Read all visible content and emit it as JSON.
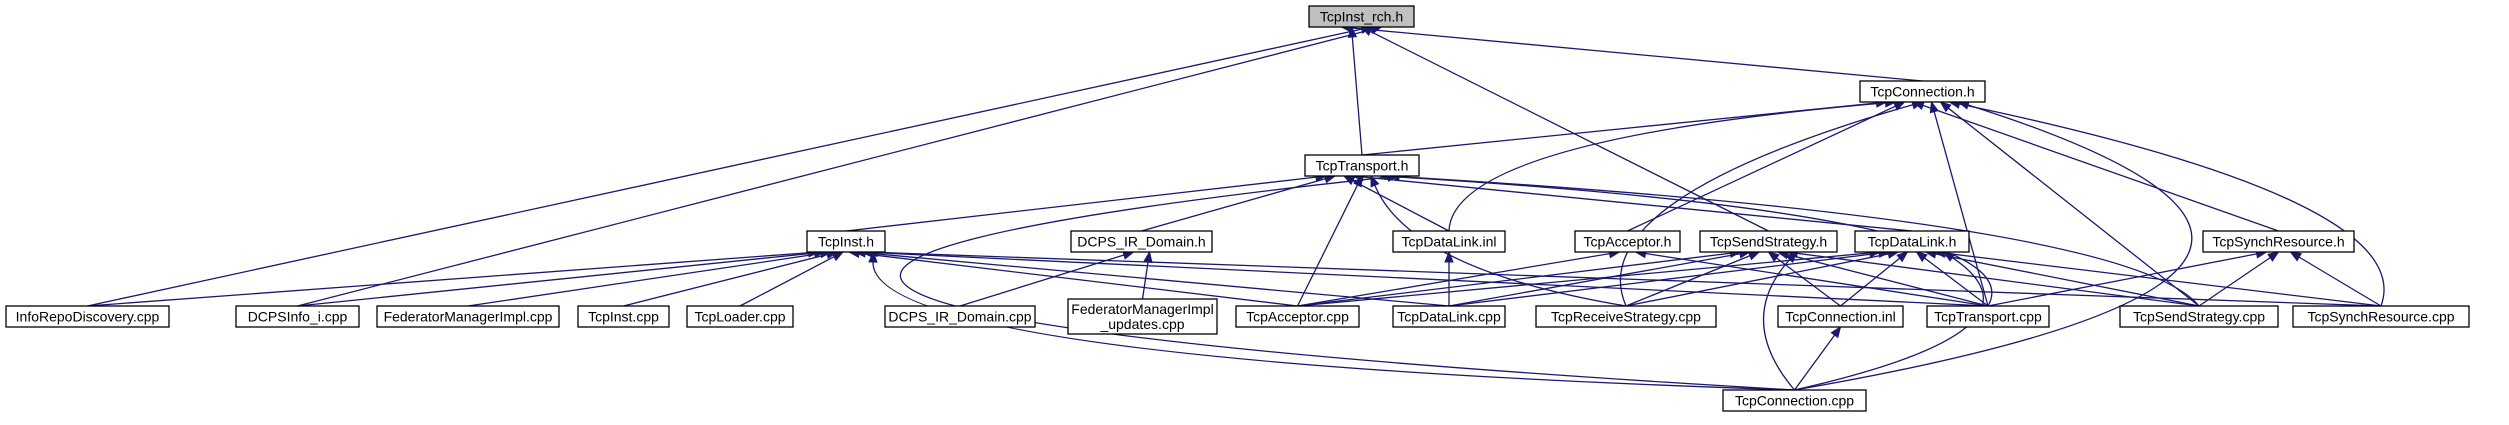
{
  "diagram": {
    "nodes": [
      {
        "id": "tcpinst_rch_h",
        "label": [
          "TcpInst_rch.h"
        ],
        "root": true
      },
      {
        "id": "tcpconnection_h",
        "label": [
          "TcpConnection.h"
        ]
      },
      {
        "id": "tcptransport_h",
        "label": [
          "TcpTransport.h"
        ]
      },
      {
        "id": "tcpinst_h",
        "label": [
          "TcpInst.h"
        ]
      },
      {
        "id": "dcps_ir_domain_h",
        "label": [
          "DCPS_IR_Domain.h"
        ]
      },
      {
        "id": "tcpdatalink_inl",
        "label": [
          "TcpDataLink.inl"
        ]
      },
      {
        "id": "tcpacceptor_h",
        "label": [
          "TcpAcceptor.h"
        ]
      },
      {
        "id": "tcpsendstrategy_h",
        "label": [
          "TcpSendStrategy.h"
        ]
      },
      {
        "id": "tcpdatalink_h",
        "label": [
          "TcpDataLink.h"
        ]
      },
      {
        "id": "tcpsynchresource_h",
        "label": [
          "TcpSynchResource.h"
        ]
      },
      {
        "id": "inforepodiscovery_cpp",
        "label": [
          "InfoRepoDiscovery.cpp"
        ]
      },
      {
        "id": "dcpsinfo_i_cpp",
        "label": [
          "DCPSInfo_i.cpp"
        ]
      },
      {
        "id": "federatormanagerimpl_cpp",
        "label": [
          "FederatorManagerImpl.cpp"
        ]
      },
      {
        "id": "tcpinst_cpp",
        "label": [
          "TcpInst.cpp"
        ]
      },
      {
        "id": "tcploader_cpp",
        "label": [
          "TcpLoader.cpp"
        ]
      },
      {
        "id": "dcps_ir_domain_cpp",
        "label": [
          "DCPS_IR_Domain.cpp"
        ]
      },
      {
        "id": "federatormanagerimpl_updates_cpp",
        "label": [
          "FederatorManagerImpl",
          "_updates.cpp"
        ]
      },
      {
        "id": "tcpacceptor_cpp",
        "label": [
          "TcpAcceptor.cpp"
        ]
      },
      {
        "id": "tcpdatalink_cpp",
        "label": [
          "TcpDataLink.cpp"
        ]
      },
      {
        "id": "tcpreceivestrategy_cpp",
        "label": [
          "TcpReceiveStrategy.cpp"
        ]
      },
      {
        "id": "tcpconnection_inl",
        "label": [
          "TcpConnection.inl"
        ]
      },
      {
        "id": "tcptransport_cpp",
        "label": [
          "TcpTransport.cpp"
        ]
      },
      {
        "id": "tcpsendstrategy_cpp",
        "label": [
          "TcpSendStrategy.cpp"
        ]
      },
      {
        "id": "tcpsynchresource_cpp",
        "label": [
          "TcpSynchResource.cpp"
        ]
      },
      {
        "id": "tcpconnection_cpp",
        "label": [
          "TcpConnection.cpp"
        ]
      }
    ],
    "edges": [
      {
        "from": "tcpconnection_h",
        "to": "tcpinst_rch_h"
      },
      {
        "from": "tcptransport_h",
        "to": "tcpinst_rch_h"
      },
      {
        "from": "tcpsendstrategy_h",
        "to": "tcpinst_rch_h"
      },
      {
        "from": "inforepodiscovery_cpp",
        "to": "tcpinst_rch_h"
      },
      {
        "from": "dcpsinfo_i_cpp",
        "to": "tcpinst_rch_h"
      },
      {
        "from": "tcptransport_h",
        "to": "tcpconnection_h"
      },
      {
        "from": "tcpdatalink_inl",
        "to": "tcpconnection_h"
      },
      {
        "from": "tcpacceptor_h",
        "to": "tcpconnection_h"
      },
      {
        "from": "tcpsynchresource_h",
        "to": "tcpconnection_h"
      },
      {
        "from": "tcpreceivestrategy_cpp",
        "to": "tcpconnection_h"
      },
      {
        "from": "tcptransport_cpp",
        "to": "tcpconnection_h"
      },
      {
        "from": "tcpsendstrategy_cpp",
        "to": "tcpconnection_h"
      },
      {
        "from": "tcpsynchresource_cpp",
        "to": "tcpconnection_h"
      },
      {
        "from": "tcpconnection_cpp",
        "to": "tcpconnection_h"
      },
      {
        "from": "tcpinst_h",
        "to": "tcptransport_h"
      },
      {
        "from": "dcps_ir_domain_h",
        "to": "tcptransport_h"
      },
      {
        "from": "tcpdatalink_inl",
        "to": "tcptransport_h"
      },
      {
        "from": "tcpdatalink_h",
        "to": "tcptransport_h"
      },
      {
        "from": "tcpacceptor_cpp",
        "to": "tcptransport_h"
      },
      {
        "from": "tcpreceivestrategy_cpp",
        "to": "tcptransport_h"
      },
      {
        "from": "tcptransport_cpp",
        "to": "tcptransport_h"
      },
      {
        "from": "tcpsendstrategy_cpp",
        "to": "tcptransport_h"
      },
      {
        "from": "tcpconnection_cpp",
        "to": "tcptransport_h"
      },
      {
        "from": "inforepodiscovery_cpp",
        "to": "tcpinst_h"
      },
      {
        "from": "dcpsinfo_i_cpp",
        "to": "tcpinst_h"
      },
      {
        "from": "federatormanagerimpl_cpp",
        "to": "tcpinst_h"
      },
      {
        "from": "tcpinst_cpp",
        "to": "tcpinst_h"
      },
      {
        "from": "tcploader_cpp",
        "to": "tcpinst_h"
      },
      {
        "from": "tcpacceptor_cpp",
        "to": "tcpinst_h"
      },
      {
        "from": "tcpdatalink_cpp",
        "to": "tcpinst_h"
      },
      {
        "from": "tcptransport_cpp",
        "to": "tcpinst_h"
      },
      {
        "from": "tcpsynchresource_cpp",
        "to": "tcpinst_h"
      },
      {
        "from": "tcpconnection_cpp",
        "to": "tcpinst_h"
      },
      {
        "from": "dcps_ir_domain_cpp",
        "to": "dcps_ir_domain_h"
      },
      {
        "from": "federatormanagerimpl_updates_cpp",
        "to": "dcps_ir_domain_h"
      },
      {
        "from": "tcpdatalink_cpp",
        "to": "tcpdatalink_inl"
      },
      {
        "from": "tcpacceptor_cpp",
        "to": "tcpacceptor_h"
      },
      {
        "from": "tcptransport_cpp",
        "to": "tcpacceptor_h"
      },
      {
        "from": "tcpacceptor_cpp",
        "to": "tcpsendstrategy_h"
      },
      {
        "from": "tcpdatalink_cpp",
        "to": "tcpsendstrategy_h"
      },
      {
        "from": "tcpreceivestrategy_cpp",
        "to": "tcpsendstrategy_h"
      },
      {
        "from": "tcpconnection_inl",
        "to": "tcpsendstrategy_h"
      },
      {
        "from": "tcptransport_cpp",
        "to": "tcpsendstrategy_h"
      },
      {
        "from": "tcpsendstrategy_cpp",
        "to": "tcpsendstrategy_h"
      },
      {
        "from": "tcpconnection_cpp",
        "to": "tcpsendstrategy_h"
      },
      {
        "from": "tcpacceptor_cpp",
        "to": "tcpdatalink_h"
      },
      {
        "from": "tcpdatalink_cpp",
        "to": "tcpdatalink_h"
      },
      {
        "from": "tcpreceivestrategy_cpp",
        "to": "tcpdatalink_h"
      },
      {
        "from": "tcpconnection_inl",
        "to": "tcpdatalink_h"
      },
      {
        "from": "tcptransport_cpp",
        "to": "tcpdatalink_h"
      },
      {
        "from": "tcpsendstrategy_cpp",
        "to": "tcpdatalink_h"
      },
      {
        "from": "tcpsynchresource_cpp",
        "to": "tcpdatalink_h"
      },
      {
        "from": "tcpconnection_cpp",
        "to": "tcpdatalink_h"
      },
      {
        "from": "tcptransport_cpp",
        "to": "tcpsynchresource_h"
      },
      {
        "from": "tcpsendstrategy_cpp",
        "to": "tcpsynchresource_h"
      },
      {
        "from": "tcpsynchresource_cpp",
        "to": "tcpsynchresource_h"
      },
      {
        "from": "tcpconnection_cpp",
        "to": "tcpconnection_inl"
      }
    ]
  }
}
